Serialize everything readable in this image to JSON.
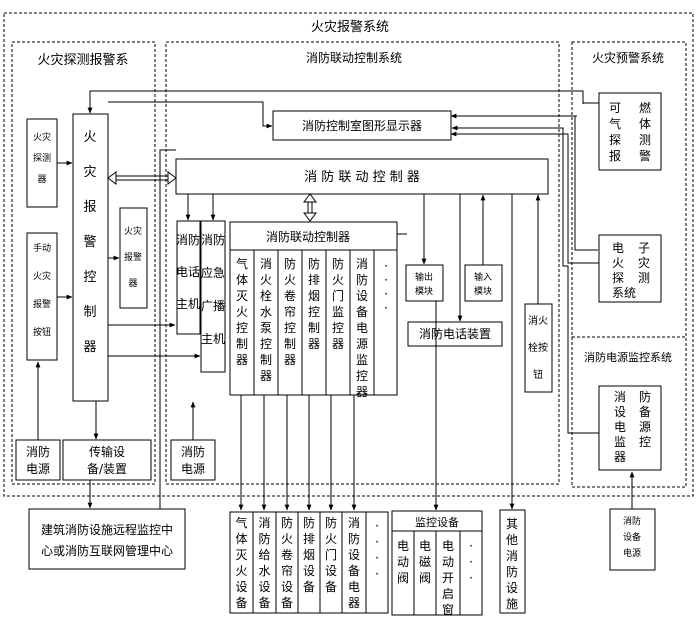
{
  "titles": {
    "main": "火灾报警系统",
    "detect": "火灾探测报警系",
    "linkage": "消防联动控制系统",
    "warning": "火灾预警系统",
    "power_monitor": "消防电源监控系统"
  },
  "nodes": {
    "graphic_display": "消防控制室图形显示器",
    "linkage_controller": "消 防 联 动 控 制 器",
    "linkage_controller2": "消防联动控制器",
    "phone_device": "消防电话装置",
    "output_module": [
      "输出",
      "模块"
    ],
    "input_module": [
      "输入",
      "模块"
    ],
    "hydrant_button": [
      "消火",
      "栓按",
      "钮"
    ],
    "fire_alarm_controller": [
      "火",
      "灾",
      "报",
      "警",
      "控",
      "制",
      "器"
    ],
    "fire_detector": [
      "火灾",
      "探测",
      "器"
    ],
    "manual_button": [
      "手动",
      "火灾",
      "报警",
      "按钮"
    ],
    "alarm_sounder": [
      "火灾",
      "报警",
      "器"
    ],
    "fire_phone_host": [
      "消防",
      "电话",
      "主机"
    ],
    "broadcast_host": [
      "消防",
      "应急",
      "广播",
      "主机"
    ],
    "power_left": [
      "消防",
      "电源"
    ],
    "transmission": [
      "传输设",
      "备/装置"
    ],
    "power_mid": [
      "消防",
      "电源"
    ],
    "remote_center": [
      "建筑消防设施远程监控中",
      "心或消防互联网管理中心"
    ],
    "gas_detector": [
      [
        "可",
        "气",
        "探",
        "报"
      ],
      [
        "燃",
        "体",
        "测",
        "警"
      ]
    ],
    "electric_detector": [
      [
        "电",
        "火",
        "探",
        "系统"
      ],
      [
        "子",
        "灾",
        "测",
        ""
      ]
    ],
    "power_monitor_box": [
      [
        "消",
        "设",
        "电",
        "监",
        "器"
      ],
      [
        "防",
        "备",
        "源",
        "控",
        ""
      ]
    ],
    "power_right": [
      "消防",
      "设备",
      "电源"
    ],
    "monitor_device": "监控设备",
    "other_facilities": [
      "其",
      "他",
      "消",
      "防",
      "设",
      "施"
    ],
    "dots": [
      "·",
      "·",
      "·",
      "·"
    ]
  },
  "controller_columns": [
    [
      "气",
      "体",
      "灭",
      "火",
      "控",
      "制",
      "器"
    ],
    [
      "消",
      "火",
      "栓",
      "水",
      "泵",
      "控",
      "制",
      "器"
    ],
    [
      "防",
      "火",
      "卷",
      "帘",
      "控",
      "制",
      "器"
    ],
    [
      "防",
      "排",
      "烟",
      "控",
      "制",
      "器"
    ],
    [
      "防",
      "火",
      "门",
      "监",
      "控",
      "器"
    ],
    [
      "消",
      "防",
      "设",
      "备",
      "电",
      "源",
      "监",
      "控",
      "器"
    ]
  ],
  "equipment_columns": [
    [
      "气",
      "体",
      "灭",
      "火",
      "设",
      "备"
    ],
    [
      "消",
      "防",
      "给",
      "水",
      "设",
      "备"
    ],
    [
      "防",
      "火",
      "卷",
      "帘",
      "设",
      "备"
    ],
    [
      "防",
      "排",
      "烟",
      "设",
      "备"
    ],
    [
      "防",
      "火",
      "门",
      "设",
      "备"
    ],
    [
      "消",
      "防",
      "设",
      "备",
      "电",
      "器"
    ]
  ],
  "valve_columns": [
    [
      "电",
      "动",
      "阀"
    ],
    [
      "电",
      "磁",
      "阀"
    ],
    [
      "电",
      "动",
      "开",
      "启",
      "窗"
    ]
  ]
}
